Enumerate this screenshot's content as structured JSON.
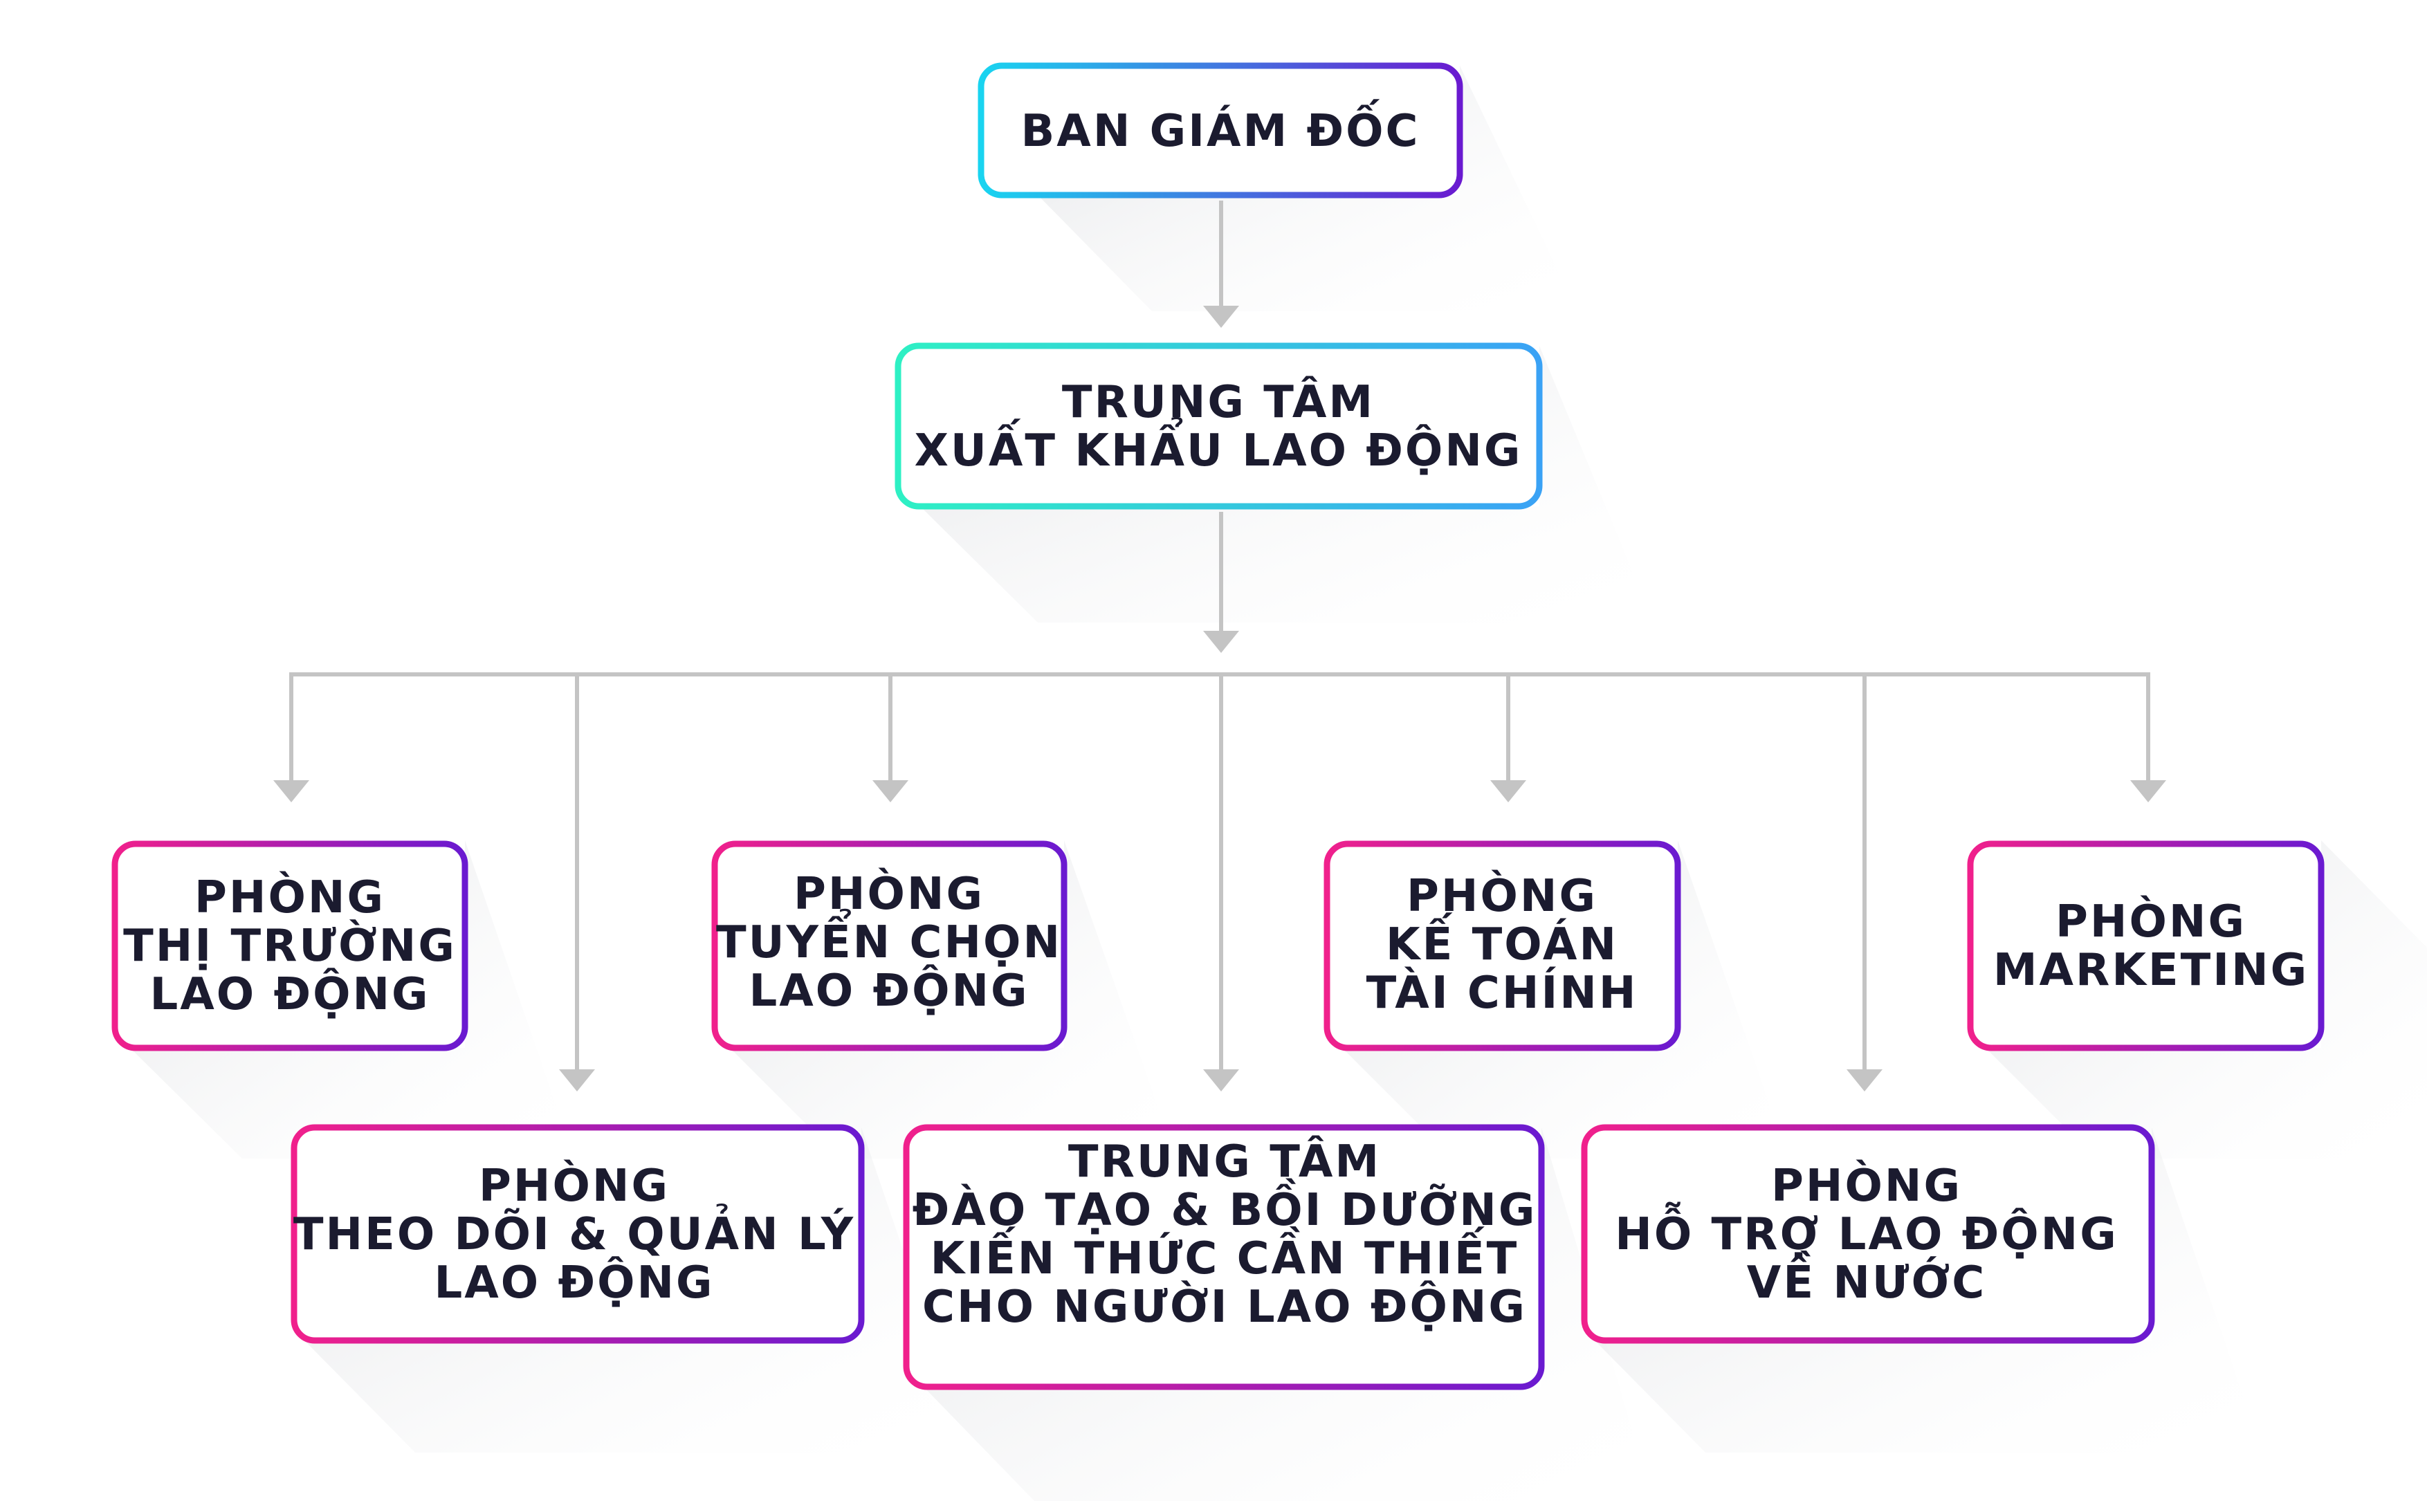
{
  "diagram": {
    "colors": {
      "connector": "#c4c4c4",
      "text": "#1b1b2f",
      "top_gradient": [
        "#19d4f0",
        "#6a1ad0"
      ],
      "center_gradient": [
        "#2ef0c4",
        "#3aa2f5"
      ],
      "department_gradient": [
        "#f0208c",
        "#6a1ad0"
      ]
    },
    "nodes": {
      "board": {
        "lines": [
          "BAN GIÁM ĐỐC"
        ]
      },
      "export_center": {
        "lines": [
          "TRUNG TÂM",
          "XUẤT KHẨU LAO ĐỘNG"
        ]
      },
      "market_dept": {
        "lines": [
          "PHÒNG",
          "THỊ TRƯỜNG",
          "LAO ĐỘNG"
        ]
      },
      "recruit_dept": {
        "lines": [
          "PHÒNG",
          "TUYỂN CHỌN",
          "LAO ĐỘNG"
        ]
      },
      "finance_dept": {
        "lines": [
          "PHÒNG",
          "KẾ TOÁN",
          "TÀI CHÍNH"
        ]
      },
      "marketing_dept": {
        "lines": [
          "PHÒNG",
          "MARKETING"
        ]
      },
      "monitor_dept": {
        "lines": [
          "PHÒNG",
          "THEO DÕI & QUẢN LÝ",
          "LAO ĐỘNG"
        ]
      },
      "training_center": {
        "lines": [
          "TRUNG TÂM",
          "ĐÀO TẠO &  BỒI DƯỠNG",
          "KIẾN THỨC CẦN THIẾT",
          "CHO NGƯỜI LAO ĐỘNG"
        ]
      },
      "return_dept": {
        "lines": [
          "PHÒNG",
          "HỖ TRỢ LAO ĐỘNG",
          "VỀ NƯỚC"
        ]
      }
    }
  }
}
